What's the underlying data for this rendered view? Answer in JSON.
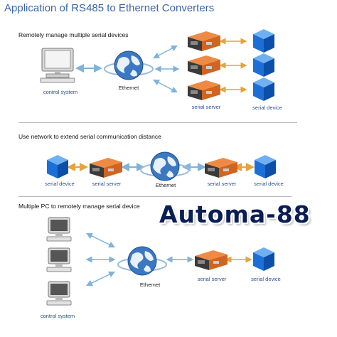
{
  "title": "Application of RS485 to Ethernet Converters",
  "sections": [
    {
      "heading": "Remotely manage multiple serial devices"
    },
    {
      "heading": "Use network to extend serial communication distance"
    },
    {
      "heading": "Multiple PC to remotely manage serial device"
    }
  ],
  "labels": {
    "control_system": "control system",
    "ethernet": "Ethernet",
    "serial_server": "serial server",
    "serial_device": "serial device"
  },
  "watermark": "Automa-88",
  "colors": {
    "title": "#3a66a8",
    "cube": "#1c6fd6",
    "server_orange": "#e0702a",
    "arrow_blue": "#7fb3d9",
    "arrow_orange": "#e7a23a"
  },
  "icons": [
    "computer-icon",
    "globe-icon",
    "serial-server-icon",
    "serial-device-cube-icon"
  ]
}
